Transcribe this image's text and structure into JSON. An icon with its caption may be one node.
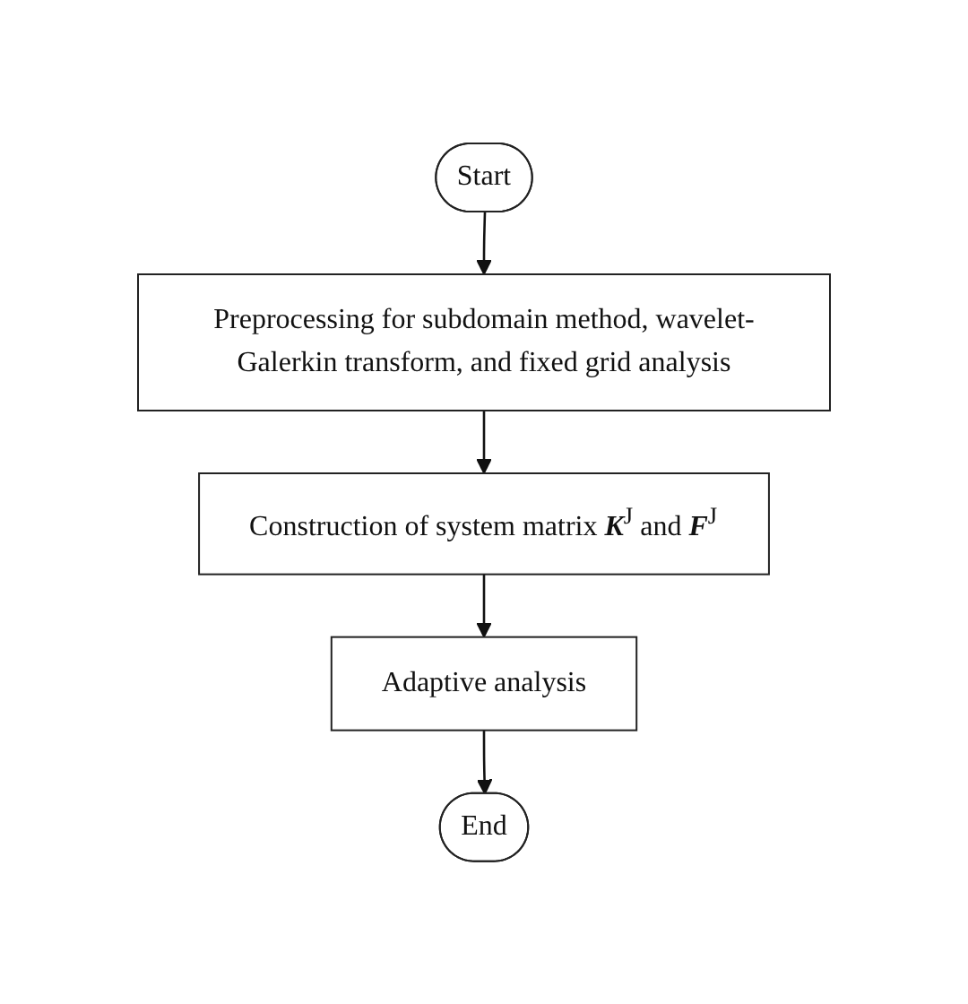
{
  "diagram": {
    "nodes": [
      {
        "text": [
          "Start"
        ]
      },
      {
        "text": [
          "Preprocessing for subdomain method, wavelet-Galerkin transform, and fixed grid analysis"
        ]
      },
      {
        "text": [
          "Construction of system matrix **K**$^{J}$ and **F**$^{J}$"
        ]
      },
      {
        "text": [
          "Adaptive analysis"
        ]
      },
      {
        "text": [
          "End"
        ]
      }
    ],
    "edges": [
      {
        "from": 0,
        "to": 1,
        "arrow": "to"
      },
      {
        "from": 1,
        "to": 2,
        "arrow": "to"
      },
      {
        "from": 2,
        "to": 3,
        "arrow": "to"
      },
      {
        "from": 3,
        "to": 4,
        "arrow": "to"
      }
    ]
  }
}
